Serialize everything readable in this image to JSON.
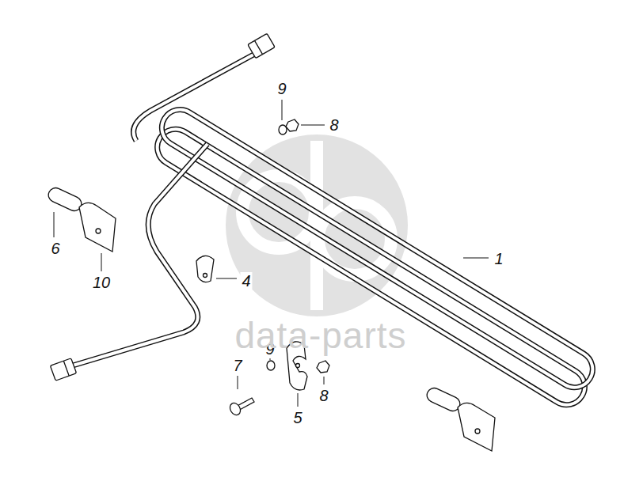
{
  "diagram": {
    "labels": [
      "9",
      "8",
      "6",
      "10",
      "1",
      "4",
      "9",
      "7",
      "8",
      "5",
      "data-parts"
    ]
  }
}
